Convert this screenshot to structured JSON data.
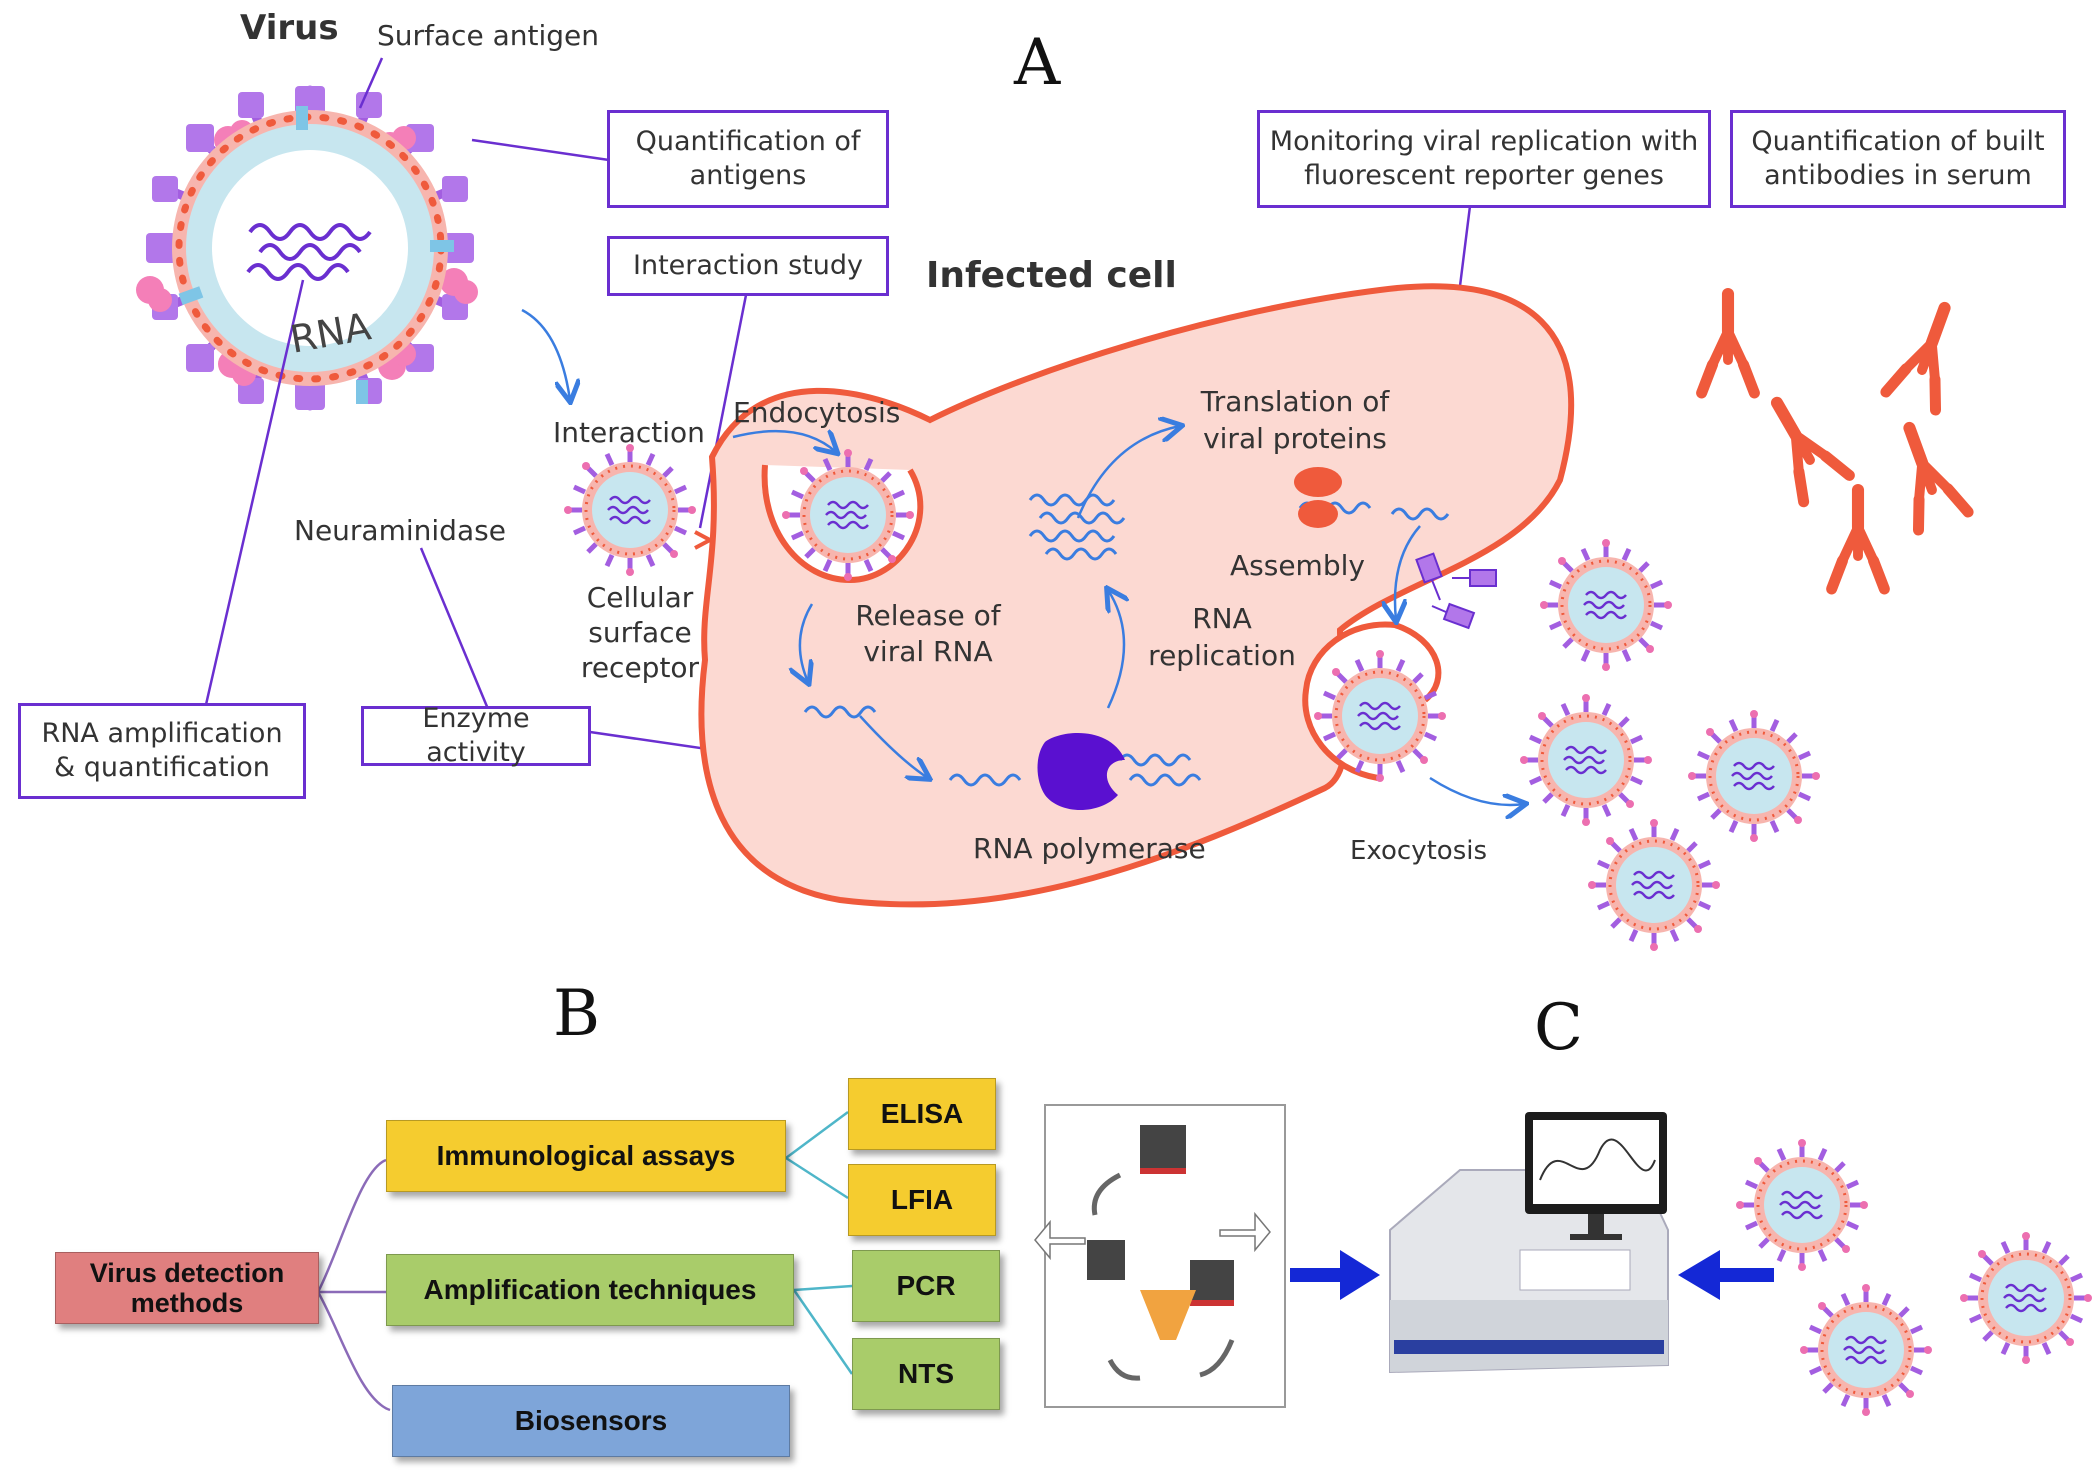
{
  "panel_letters": {
    "a": "A",
    "b": "B",
    "c": "C"
  },
  "virus": {
    "title": "Virus",
    "surface_antigen": "Surface antigen",
    "rna": "RNA",
    "neuraminidase": "Neuraminidase"
  },
  "cell": {
    "title": "Infected cell",
    "interaction": "Interaction",
    "endocytosis": "Endocytosis",
    "receptor_1": "Cellular",
    "receptor_2": "surface",
    "receptor_3": "receptor",
    "release_1": "Release of",
    "release_2": "viral RNA",
    "translation_1": "Translation of",
    "translation_2": "viral proteins",
    "assembly": "Assembly",
    "replication_1": "RNA",
    "replication_2": "replication",
    "polymerase": "RNA polymerase",
    "exocytosis": "Exocytosis"
  },
  "method_boxes": {
    "quant_antigens_1": "Quantification of",
    "quant_antigens_2": "antigens",
    "interaction_study": "Interaction study",
    "monitoring_1": "Monitoring viral replication with",
    "monitoring_2": "fluorescent reporter genes",
    "quant_antibodies_1": "Quantification of built",
    "quant_antibodies_2": "antibodies in serum",
    "rna_amp_1": "RNA amplification",
    "rna_amp_2": "& quantification",
    "enzyme": "Enzyme activity"
  },
  "tree": {
    "root_1": "Virus detection",
    "root_2": "methods",
    "immuno": "Immunological assays",
    "amplification": "Amplification techniques",
    "biosensors": "Biosensors",
    "elisa": "ELISA",
    "lfia": "LFIA",
    "pcr": "PCR",
    "nts": "NTS"
  },
  "colors": {
    "purple": "#6a2fd0",
    "virus_spike": "#a35ee0",
    "cell_fill": "#fcd9d2",
    "cell_outline": "#ef5a3c",
    "arrow_blue": "#3a7de0",
    "root": "#e07f7f",
    "yellow": "#f5cc2f",
    "green": "#a9cc6a",
    "blue": "#7ea5d9",
    "teal_line": "#4fb6c9"
  }
}
